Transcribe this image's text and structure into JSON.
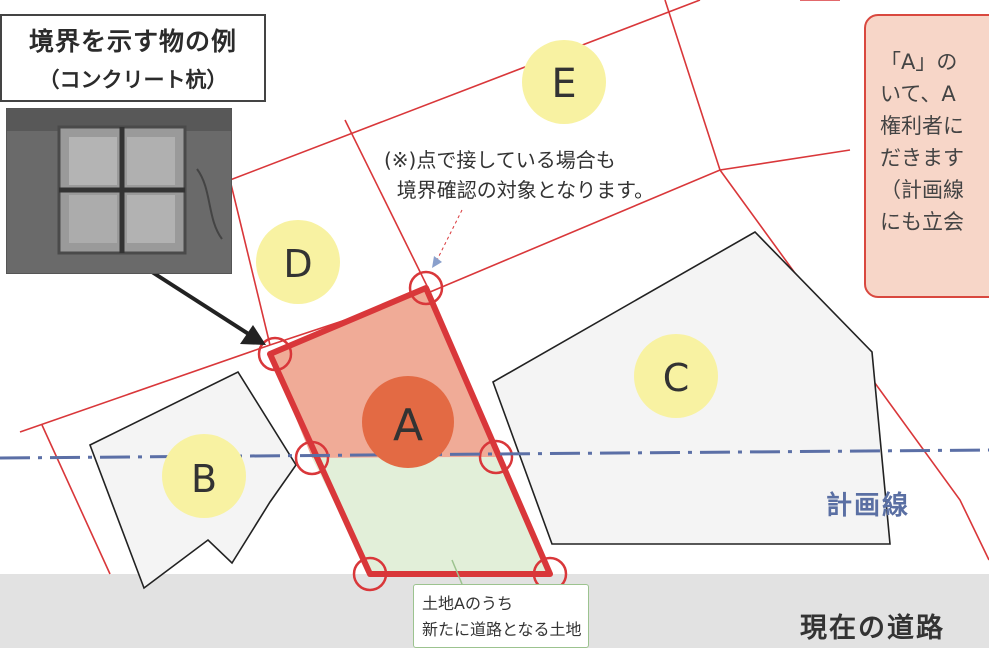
{
  "caption": {
    "title": "境界を示す物の例",
    "subtitle": "（コンクリート杭）"
  },
  "note": {
    "lines": [
      "「A」の",
      "いて、A",
      "権利者に",
      "だきます",
      "（計画線",
      "にも立会"
    ]
  },
  "parcels": {
    "a": "A",
    "b": "B",
    "c": "C",
    "d": "D",
    "e": "E"
  },
  "annotation": {
    "line1": "(※)点で接している場合も",
    "line2": "  境界確認の対象となります。"
  },
  "land_note": {
    "line1": "土地Aのうち",
    "line2": "新たに道路となる土地"
  },
  "plan_line_label": "計画線",
  "road_label": "現在の道路",
  "colors": {
    "boundary_red": "#d9373a",
    "parcel_a_upper": "#f0ab97",
    "parcel_a_lower": "#e2efd9",
    "parcel_circle": "#f8f2a2",
    "parcel_a_circle": "#e36a44",
    "plan_line": "#5b6fa6",
    "road": "#e2e2e2",
    "note_bg": "#f7d6c8"
  }
}
